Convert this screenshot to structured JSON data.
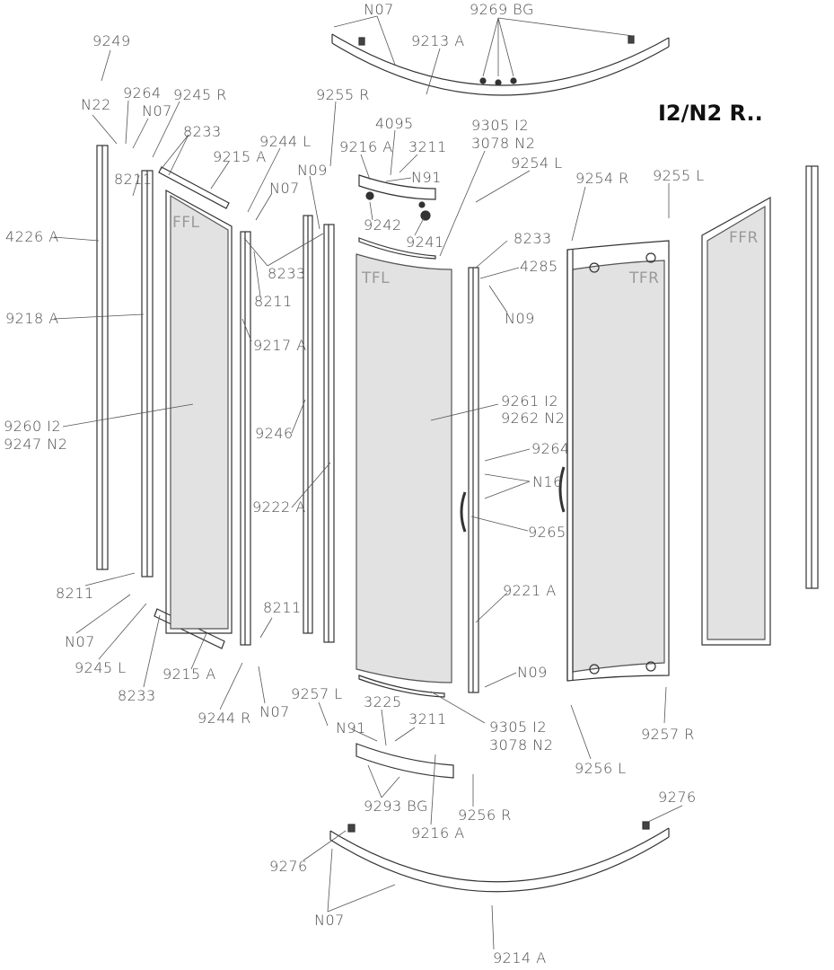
{
  "title": "I2/N2 R..",
  "glass_labels": {
    "ffl": "FFL",
    "tfl": "TFL",
    "tfr": "TFR",
    "ffr": "FFR"
  },
  "labels": [
    "N07",
    "9269 BG",
    "9249",
    "9213 A",
    "9264",
    "9245 R",
    "N22",
    "N07",
    "9255 R",
    "8233",
    "4095",
    "9305 I2",
    "3078 N2",
    "9216 A",
    "3211",
    "9244 L",
    "9215 A",
    "9254 L",
    "N91",
    "N09",
    "N07",
    "8211",
    "9254 R",
    "9255 L",
    "9242",
    "4226 A",
    "9241",
    "8233",
    "8233",
    "4285",
    "8211",
    "N09",
    "9218 A",
    "9217 A",
    "9261 I2",
    "9262 N2",
    "9260 I2",
    "9247 N2",
    "9246",
    "9264",
    "N16",
    "9222 A",
    "9265",
    "8211",
    "9221 A",
    "8211",
    "N07",
    "9245 L",
    "9215 A",
    "N09",
    "8233",
    "9257 L",
    "3225",
    "3211",
    "9244 R",
    "N07",
    "9305 I2",
    "3078 N2",
    "N91",
    "9257 R",
    "9256 L",
    "9293 BG",
    "9276",
    "9256 R",
    "9216 A",
    "9276",
    "N07",
    "9214 A"
  ]
}
